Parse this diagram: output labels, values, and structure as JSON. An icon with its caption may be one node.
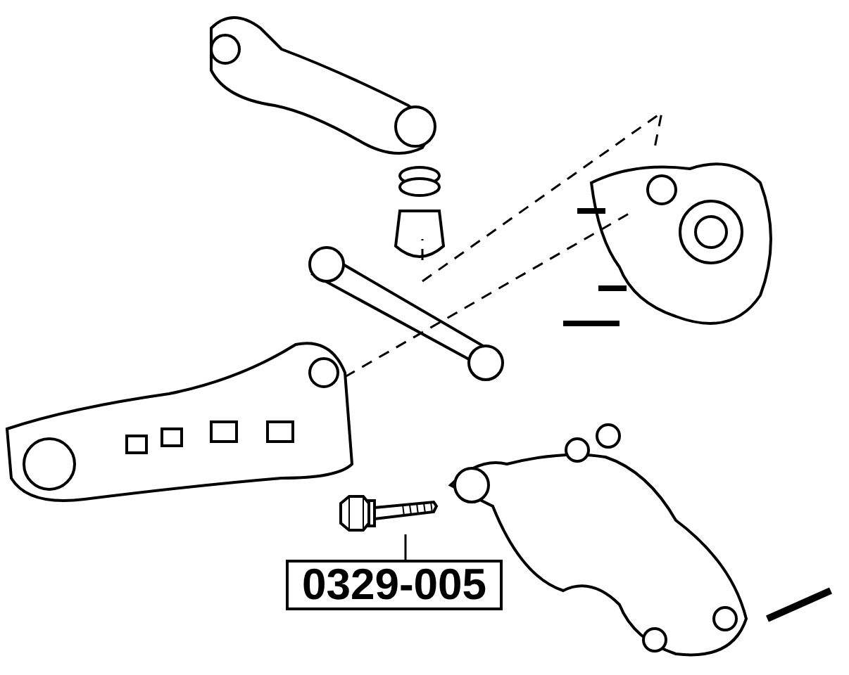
{
  "diagram": {
    "nodes": [
      {
        "text": [
          "0329-005"
        ]
      },
      {
        "text": [],
        "shape": "picture"
      }
    ],
    "edges": [
      {
        "from": 0,
        "to": 1,
        "arrow": "none"
      }
    ]
  }
}
